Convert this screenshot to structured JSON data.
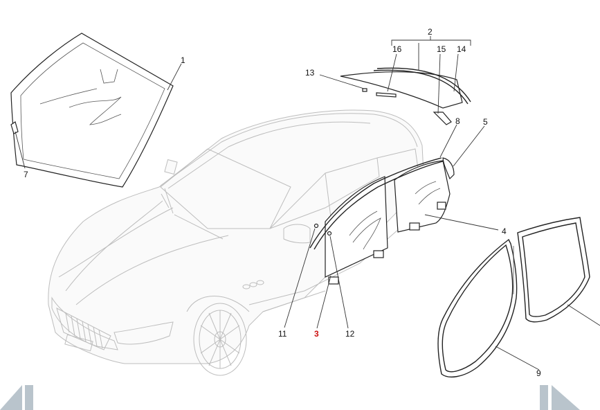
{
  "callouts": {
    "c1": "1",
    "c2": "2",
    "c3": "3",
    "c4": "4",
    "c5": "5",
    "c7": "7",
    "c8": "8",
    "c9": "9",
    "c11": "11",
    "c12": "12",
    "c13": "13",
    "c14": "14",
    "c15": "15",
    "c16": "16"
  },
  "highlight_color": "#cc1111",
  "icons": {
    "prev": "prev-arrow-icon",
    "next": "next-arrow-icon"
  }
}
